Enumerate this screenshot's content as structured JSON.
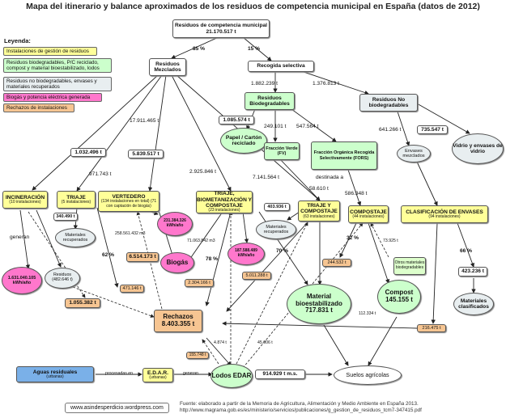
{
  "title": "Mapa del itinerario y balance aproximados de los residuos de competencia municipal en España (datos de 2012)",
  "legend": {
    "heading": "Leyenda:",
    "items": [
      {
        "text": "Instalaciones de gestión de residuos",
        "color": "#ffff99"
      },
      {
        "text": "Residuos biodegradables, P/C reciclado, compost y material bioestabilizado, lodos",
        "color": "#ccffcc"
      },
      {
        "text": "Residuos no biodegradables, envases y materiales recuperados",
        "color": "#e8eef0"
      },
      {
        "text": "Biogás y potencia eléctrica generada",
        "color": "#ff77cc"
      },
      {
        "text": "Rechazos de instalaciones",
        "color": "#f6c592"
      }
    ]
  },
  "nodes": {
    "root": {
      "title": "Residuos de competencia municipal",
      "value": "21.170.517 t"
    },
    "mezclados": {
      "title": "Residuos Mezclados"
    },
    "selectiva": {
      "title": "Recogida selectiva"
    },
    "biodegradables": {
      "title": "Residuos Biodegradables"
    },
    "nobiodegradables": {
      "title": "Residuos No biodegradables"
    },
    "papel": {
      "title": "Papel / Cartón reciclado"
    },
    "fv": {
      "title": "Fracción Verde (FV)"
    },
    "fors": {
      "title": "Fracción Orgánica Recogida Selectivamente (FORS)"
    },
    "envases": {
      "title": "Envases mezclados"
    },
    "vidrio": {
      "title": "Vidrio y envases de vidrio"
    },
    "incineracion": {
      "title": "INCINERACIÓN",
      "sub": "(10 instalaciones)"
    },
    "triaje": {
      "title": "TRIAJE",
      "sub": "(5 instalaciones)"
    },
    "vertedero": {
      "title": "VERTEDERO",
      "sub": "(134 instalaciones en total) (71 con captación de biogás)"
    },
    "tbc": {
      "title": "TRIAJE, BIOMETANIZACIÓN Y COMPOSTAJE",
      "sub": "(23 instalaciones)"
    },
    "tyc": {
      "title": "TRIAJE Y COMPOSTAJE",
      "sub": "(63 instalaciones)"
    },
    "compostaje": {
      "title": "COMPOSTAJE",
      "sub": "(44 instalaciones)"
    },
    "clasificacion": {
      "title": "CLASIFICACIÓN DE ENVASES",
      "sub": "(94 instalaciones)"
    },
    "matrec1": {
      "title": "Materiales recuperados"
    },
    "matrec2": {
      "title": "Materiales recuperados"
    },
    "residuos_inc": {
      "title": "Residuos (482.646 t)"
    },
    "kwh_inc": {
      "title": "1.631.040.105 kWh/año"
    },
    "kwh_vert": {
      "title": "231.384.326 kWh/año"
    },
    "kwh_tbc": {
      "title": "187.588.489 kWh/año"
    },
    "biogas": {
      "title": "Biogás"
    },
    "rechazos": {
      "title": "Rechazos",
      "value": "8.403.355 t"
    },
    "material_bio": {
      "title": "Material bioestabilizado",
      "value": "717.831 t"
    },
    "compost": {
      "title": "Compost",
      "value": "145.155 t"
    },
    "otros": {
      "title": "Otros materiales biodegradables"
    },
    "mat_clasif": {
      "title": "Materiales clasificados"
    },
    "aguas": {
      "title": "Aguas residuales",
      "sub": "(urbanas)"
    },
    "edar": {
      "title": "E.D.A.R.",
      "sub": "(urbanas)"
    },
    "lodos": {
      "title": "Lodos EDAR"
    },
    "suelos": {
      "title": "Suelos agrícolas"
    }
  },
  "values": {
    "v_1085574": "1.085.574 t",
    "v_735547": "735.547 t",
    "v_1032496": "1.032.496 t",
    "v_5839517": "5.839.517 t",
    "v_340490": "340.490 t",
    "v_403936": "403.936 t",
    "v_6514173": "6.514.173 t",
    "v_471146": "471.146 t",
    "v_1055382": "1.055.382 t",
    "v_2304166": "2.304.166 t",
    "v_5011288": "5.011.288 t",
    "v_244532": "244.532 t",
    "v_423236": "423.236 t",
    "v_216475": "216.475 t",
    "v_914929": "914.929 t m.s."
  },
  "flow_labels": {
    "p85": "85 %",
    "p15": "15 %",
    "f1882239": "1.882.239 t",
    "f1376813": "1.376.813 t",
    "f17911465": "17.911.465 t",
    "f249101": "249.101 t",
    "f547564": "547.564 t",
    "f641266": "641.266 t",
    "f971743": "971.743 t",
    "f2925846": "2.925.846 t",
    "f7141564": "7.141.564 t",
    "destinada": "destinada a",
    "f58610": "58.610 t",
    "f586348": "586.348 t",
    "generan": "generan",
    "f258561432": "258.561.432 m3",
    "f71063842": "71.063.842 m3",
    "p62": "62 %",
    "p78": "78 %",
    "p70": "70 %",
    "p32": "32 %",
    "p66": "66 %",
    "f73925": "73.925 t",
    "f112334": "112.334 t",
    "f4874": "4.874 t",
    "f45006": "45.006 t",
    "f155748": "155.748 t",
    "procesadas": "procesadas en",
    "generan2": "generan"
  },
  "website": "www.asindesperdicio.wordpress.com",
  "source_line1": "Fuente: elaborado a partir de la Memoria de Agricultura, Alimentación y Medio Ambiente en España 2013.",
  "source_line2": "http://www.magrama.gob.es/es/ministerio/servicios/publicaciones/g_gestion_de_residuos_tcm7-347415.pdf"
}
